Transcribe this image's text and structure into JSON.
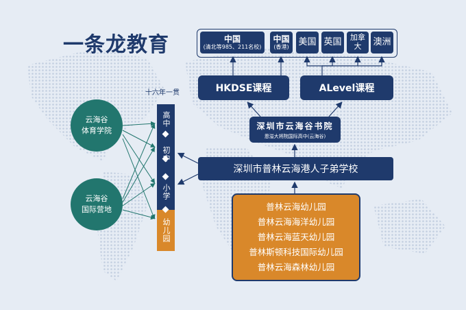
{
  "title": "一条龙教育",
  "destinations": [
    {
      "main": "中国",
      "sub": "(清北等985、211名校)"
    },
    {
      "main": "中国",
      "sub": "(香港)"
    },
    {
      "main": "美国",
      "sub": ""
    },
    {
      "main": "英国",
      "sub": ""
    },
    {
      "main": "加拿大",
      "sub": ""
    },
    {
      "main": "澳洲",
      "sub": ""
    }
  ],
  "courses": {
    "hkdse": "HKDSE课程",
    "alevel": "ALevel课程"
  },
  "yunhaigu_academy": {
    "name": "深圳市云海谷书院",
    "subtitle": "恩溢大将院国际高中(云海谷)"
  },
  "school": "深圳市普林云海港人子弟学校",
  "kindergartens": [
    "普林云海幼儿园",
    "普林云海海洋幼儿园",
    "普林云海蓝天幼儿园",
    "普林斯顿科技国际幼儿园",
    "普林云海森林幼儿园"
  ],
  "stages": {
    "heading": "十六年一贯",
    "items": [
      "高中",
      "初中",
      "小学",
      "幼儿园"
    ]
  },
  "circles": [
    {
      "line1": "云海谷",
      "line2": "体育学院"
    },
    {
      "line1": "云海谷",
      "line2": "国际营地"
    }
  ],
  "colors": {
    "navy": "#1f3a6c",
    "teal": "#22766e",
    "orange": "#d9882a",
    "background": "#e6ecf4"
  }
}
